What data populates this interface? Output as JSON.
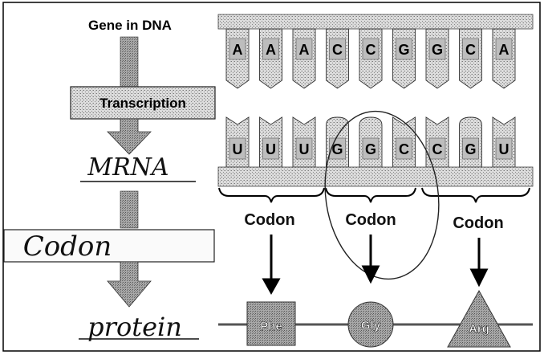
{
  "left_column": {
    "gene_label": "Gene in DNA",
    "transcription_label": "Transcription",
    "mrna_handwritten": "MRNA",
    "codon_handwritten": "Codon",
    "protein_handwritten": "protein"
  },
  "dna_bases": [
    "A",
    "A",
    "A",
    "C",
    "C",
    "G",
    "G",
    "C",
    "A"
  ],
  "mrna_bases": [
    "U",
    "U",
    "U",
    "G",
    "G",
    "C",
    "C",
    "G",
    "U"
  ],
  "codon_label": "Codon",
  "amino_acids": [
    {
      "label": "Phe",
      "shape": "square"
    },
    {
      "label": "Gly",
      "shape": "circle"
    },
    {
      "label": "Arg",
      "shape": "triangle"
    }
  ],
  "colors": {
    "stipple_fill": "#c9c9c9",
    "stroke": "#1a1a1a",
    "ink": "#000000",
    "highlight_circle": "#222222"
  }
}
